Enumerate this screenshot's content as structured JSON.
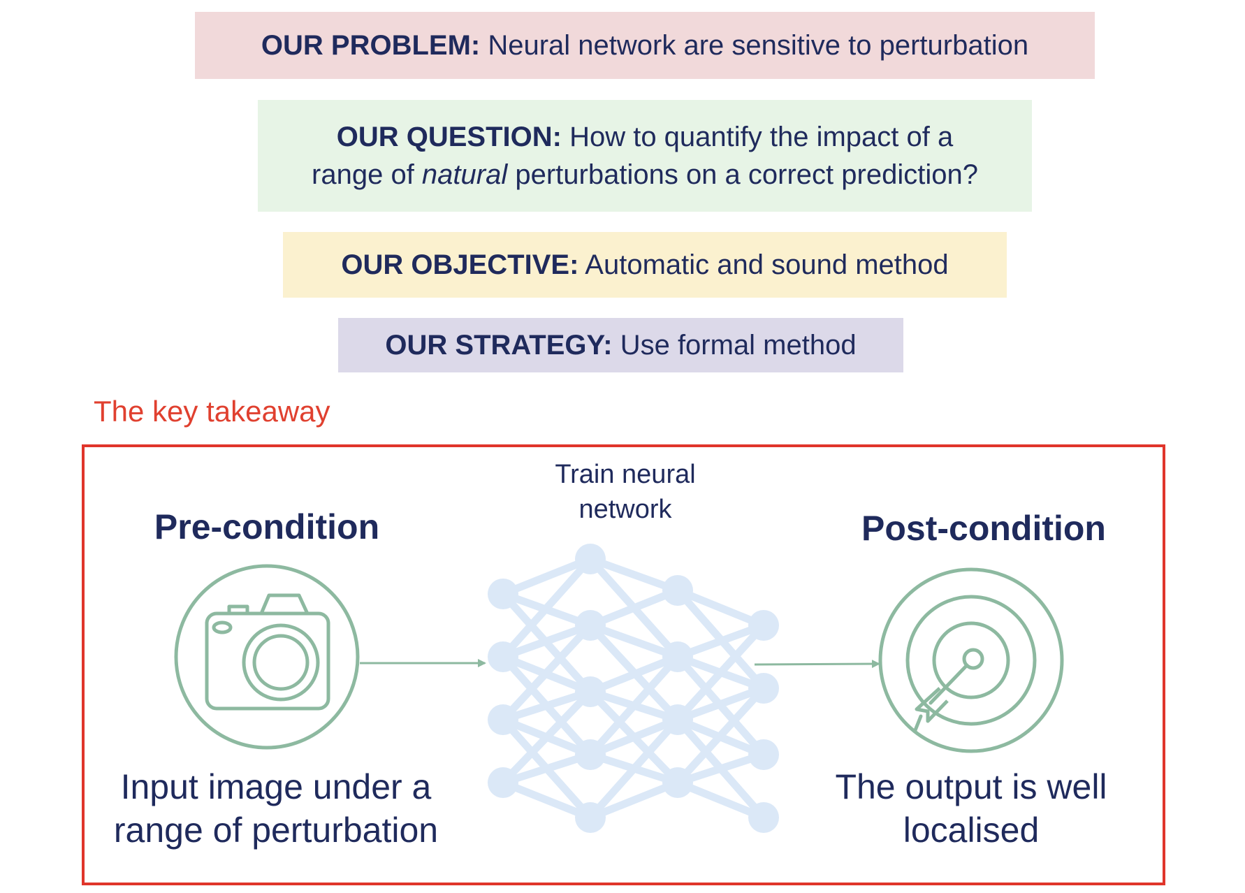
{
  "problem": {
    "lead": "OUR PROBLEM:",
    "text": " Neural network are sensitive to perturbation"
  },
  "question": {
    "lead": "OUR QUESTION:",
    "text1": " How to quantify the impact of a",
    "text2a": "range of ",
    "text2_italic": "natural",
    "text2b": " perturbations on a correct prediction?"
  },
  "objective": {
    "lead": "OUR OBJECTIVE:",
    "text": " Automatic and sound method"
  },
  "strategy": {
    "lead": "OUR STRATEGY:",
    "text": " Use formal method"
  },
  "takeaway": {
    "label": "The key takeaway",
    "pre_heading": "Pre-condition",
    "pre_caption_line1": "Input image under a",
    "pre_caption_line2": "range of perturbation",
    "network_caption_line1": "Train neural",
    "network_caption_line2": "network",
    "post_heading": "Post-condition",
    "post_caption_line1": "The output is well",
    "post_caption_line2": "localised",
    "icons": {
      "pre": "camera-icon",
      "network": "neural-network-icon",
      "post": "target-icon"
    }
  },
  "colors": {
    "problem_bg": "#f1d9da",
    "question_bg": "#e7f4e6",
    "objective_bg": "#fbf1cf",
    "strategy_bg": "#dcd9e9",
    "text": "#1f2a5c",
    "accent_red": "#e0352b",
    "icon_green": "#8db9a0",
    "network_blue": "#dbe8f7"
  }
}
